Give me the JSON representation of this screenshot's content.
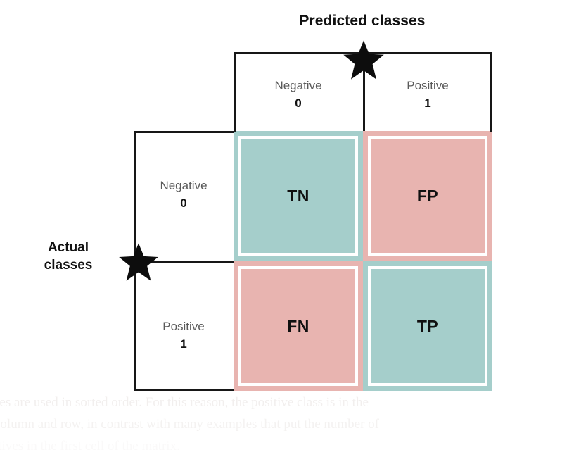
{
  "diagram": {
    "type": "confusion-matrix",
    "predicted_axis_title": "Predicted classes",
    "actual_axis_title_line1": "Actual",
    "actual_axis_title_line2": "classes",
    "columns": [
      {
        "label": "Negative",
        "value": "0"
      },
      {
        "label": "Positive",
        "value": "1"
      }
    ],
    "rows": [
      {
        "label": "Negative",
        "value": "0"
      },
      {
        "label": "Positive",
        "value": "1"
      }
    ],
    "cells": [
      {
        "id": "tn",
        "label": "TN",
        "color_name": "teal",
        "color": "#a5cecb",
        "row": 0,
        "col": 0
      },
      {
        "id": "fp",
        "label": "FP",
        "color_name": "pink",
        "color": "#e8b4b0",
        "row": 0,
        "col": 1
      },
      {
        "id": "fn",
        "label": "FN",
        "color_name": "pink",
        "color": "#e8b4b0",
        "row": 1,
        "col": 0
      },
      {
        "id": "tp",
        "label": "TP",
        "color_name": "teal",
        "color": "#a5cecb",
        "row": 1,
        "col": 1
      }
    ],
    "markers": [
      {
        "id": "predicted-origin-star",
        "icon": "star-icon"
      },
      {
        "id": "actual-origin-star",
        "icon": "star-icon"
      }
    ],
    "colors": {
      "teal": "#a5cecb",
      "pink": "#e8b4b0",
      "outline": "#171717",
      "ring": "#ffffff",
      "head_label": "#5a5a5a"
    }
  },
  "background_text": {
    "line1": "ses are used in sorted order. For this reason, the positive class is in the",
    "line2": "column and row, in contrast with many examples that put the number of",
    "line3": "itives in the first cell of the matrix."
  }
}
